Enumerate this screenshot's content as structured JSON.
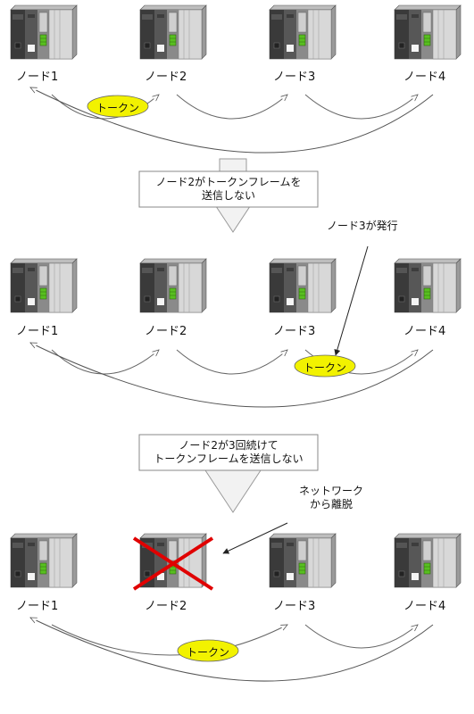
{
  "nodes": [
    "ノード1",
    "ノード2",
    "ノード3",
    "ノード4"
  ],
  "token_label": "トークン",
  "step1": {
    "line1": "ノード2がトークンフレームを",
    "line2": "送信しない"
  },
  "step2": {
    "line1": "ノード2が3回続けて",
    "line2": "トークンフレームを送信しない"
  },
  "note_issue": "ノード3が発行",
  "note_leave": {
    "line1": "ネットワーク",
    "line2": "から離脱"
  },
  "colors": {
    "token_fill": "#f2f200",
    "cross": "#e00000",
    "arrow_box": "#f2f2f2"
  },
  "icons": {
    "device": "plc-unit-icon"
  }
}
